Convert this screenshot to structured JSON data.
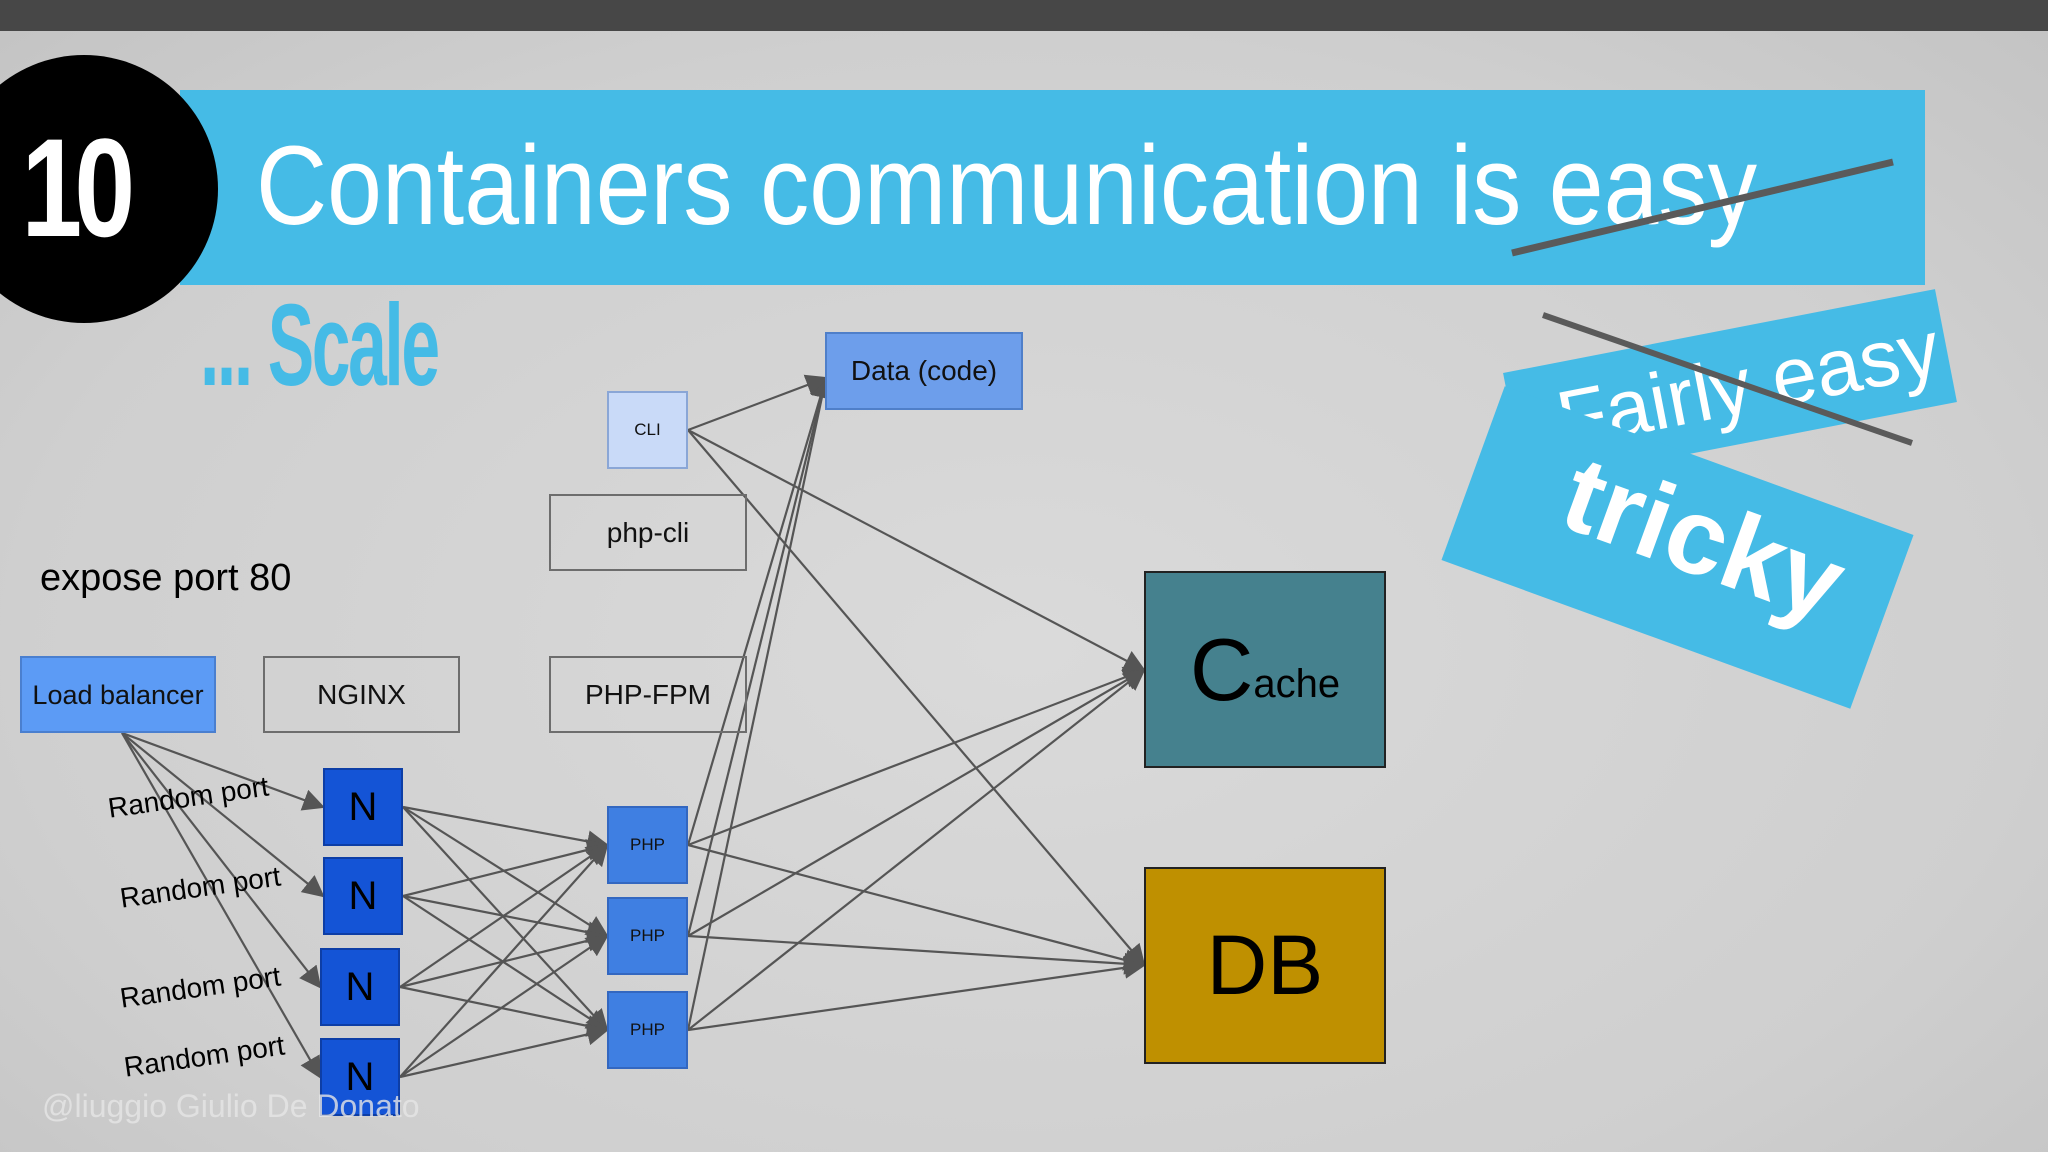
{
  "slide": {
    "number": "10",
    "title": "Containers communication is easy",
    "subtitle": "... Scale",
    "ribbon_strike": "Fairly easy",
    "ribbon_main": "tricky",
    "watermark": "@liuggio Giulio De Donato"
  },
  "diagram": {
    "expose_label": "expose port 80",
    "load_balancer": "Load balancer",
    "nginx": "NGINX",
    "php_cli": "php-cli",
    "php_fpm": "PHP-FPM",
    "cli": "CLI",
    "data": "Data (code)",
    "cache_big": "C",
    "cache_rest": "ache",
    "db": "DB",
    "n_label": "N",
    "php_label": "PHP",
    "random_port": "Random port"
  },
  "colors": {
    "title_band": "#45bbe6",
    "n_box": "#1454d6",
    "php_box": "#3f7fe2",
    "load_balancer": "#5c9bf5",
    "data": "#6d9eeb",
    "cli": "#c9daf8",
    "cache": "#45818e",
    "db": "#bf9000",
    "arrow": "#555555"
  }
}
